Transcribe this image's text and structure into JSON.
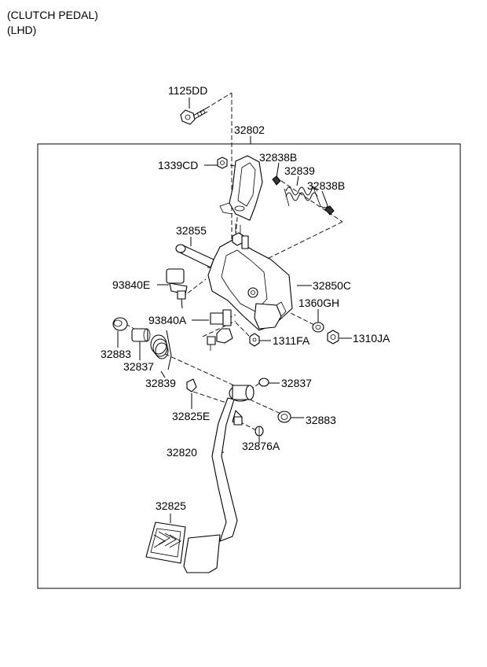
{
  "header": {
    "line1": "(CLUTCH PEDAL)",
    "line2": "(LHD)"
  },
  "parts": {
    "p1125DD": "1125DD",
    "p32802": "32802",
    "p1339CD": "1339CD",
    "p32838B_a": "32838B",
    "p32839_a": "32839",
    "p32838B_b": "32838B",
    "p32855": "32855",
    "p93840E": "93840E",
    "p32850C": "32850C",
    "p1360GH": "1360GH",
    "p93840A": "93840A",
    "p1311FA": "1311FA",
    "p1310JA": "1310JA",
    "p32883_a": "32883",
    "p32837_a": "32837",
    "p32839_b": "32839",
    "p32837_b": "32837",
    "p32825E": "32825E",
    "p32883_b": "32883",
    "p32876A": "32876A",
    "p32820": "32820",
    "p32825": "32825"
  }
}
